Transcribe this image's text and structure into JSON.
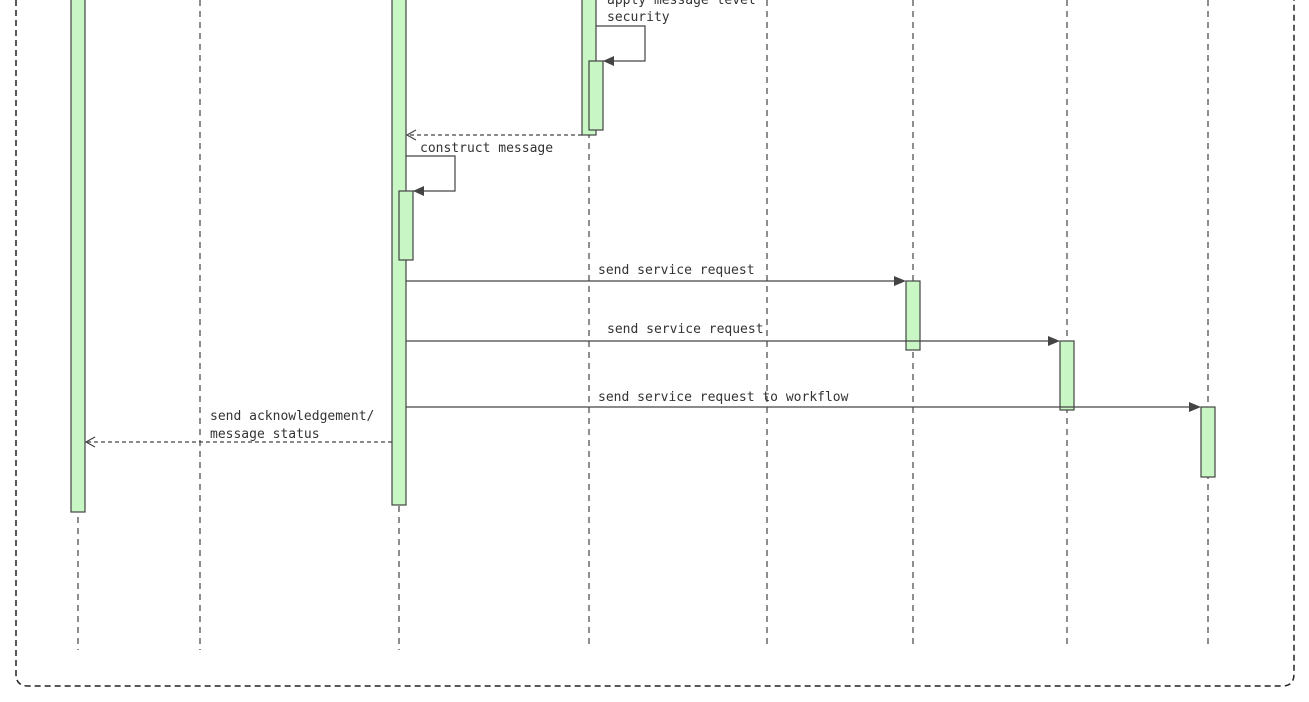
{
  "diagram": {
    "type": "sequence",
    "colors": {
      "activation_fill": "#c8f7c5",
      "line": "#444444",
      "text": "#333333",
      "background": "#ffffff"
    },
    "messages": {
      "apply_security_line1": "apply message level",
      "apply_security_line2": "security",
      "construct_message": "construct message",
      "send_request_a": "send service request",
      "send_request_b": "send service request",
      "send_request_workflow": "send service request to workflow",
      "ack_line1": "send acknowledgement/",
      "ack_line2": "message status"
    }
  }
}
